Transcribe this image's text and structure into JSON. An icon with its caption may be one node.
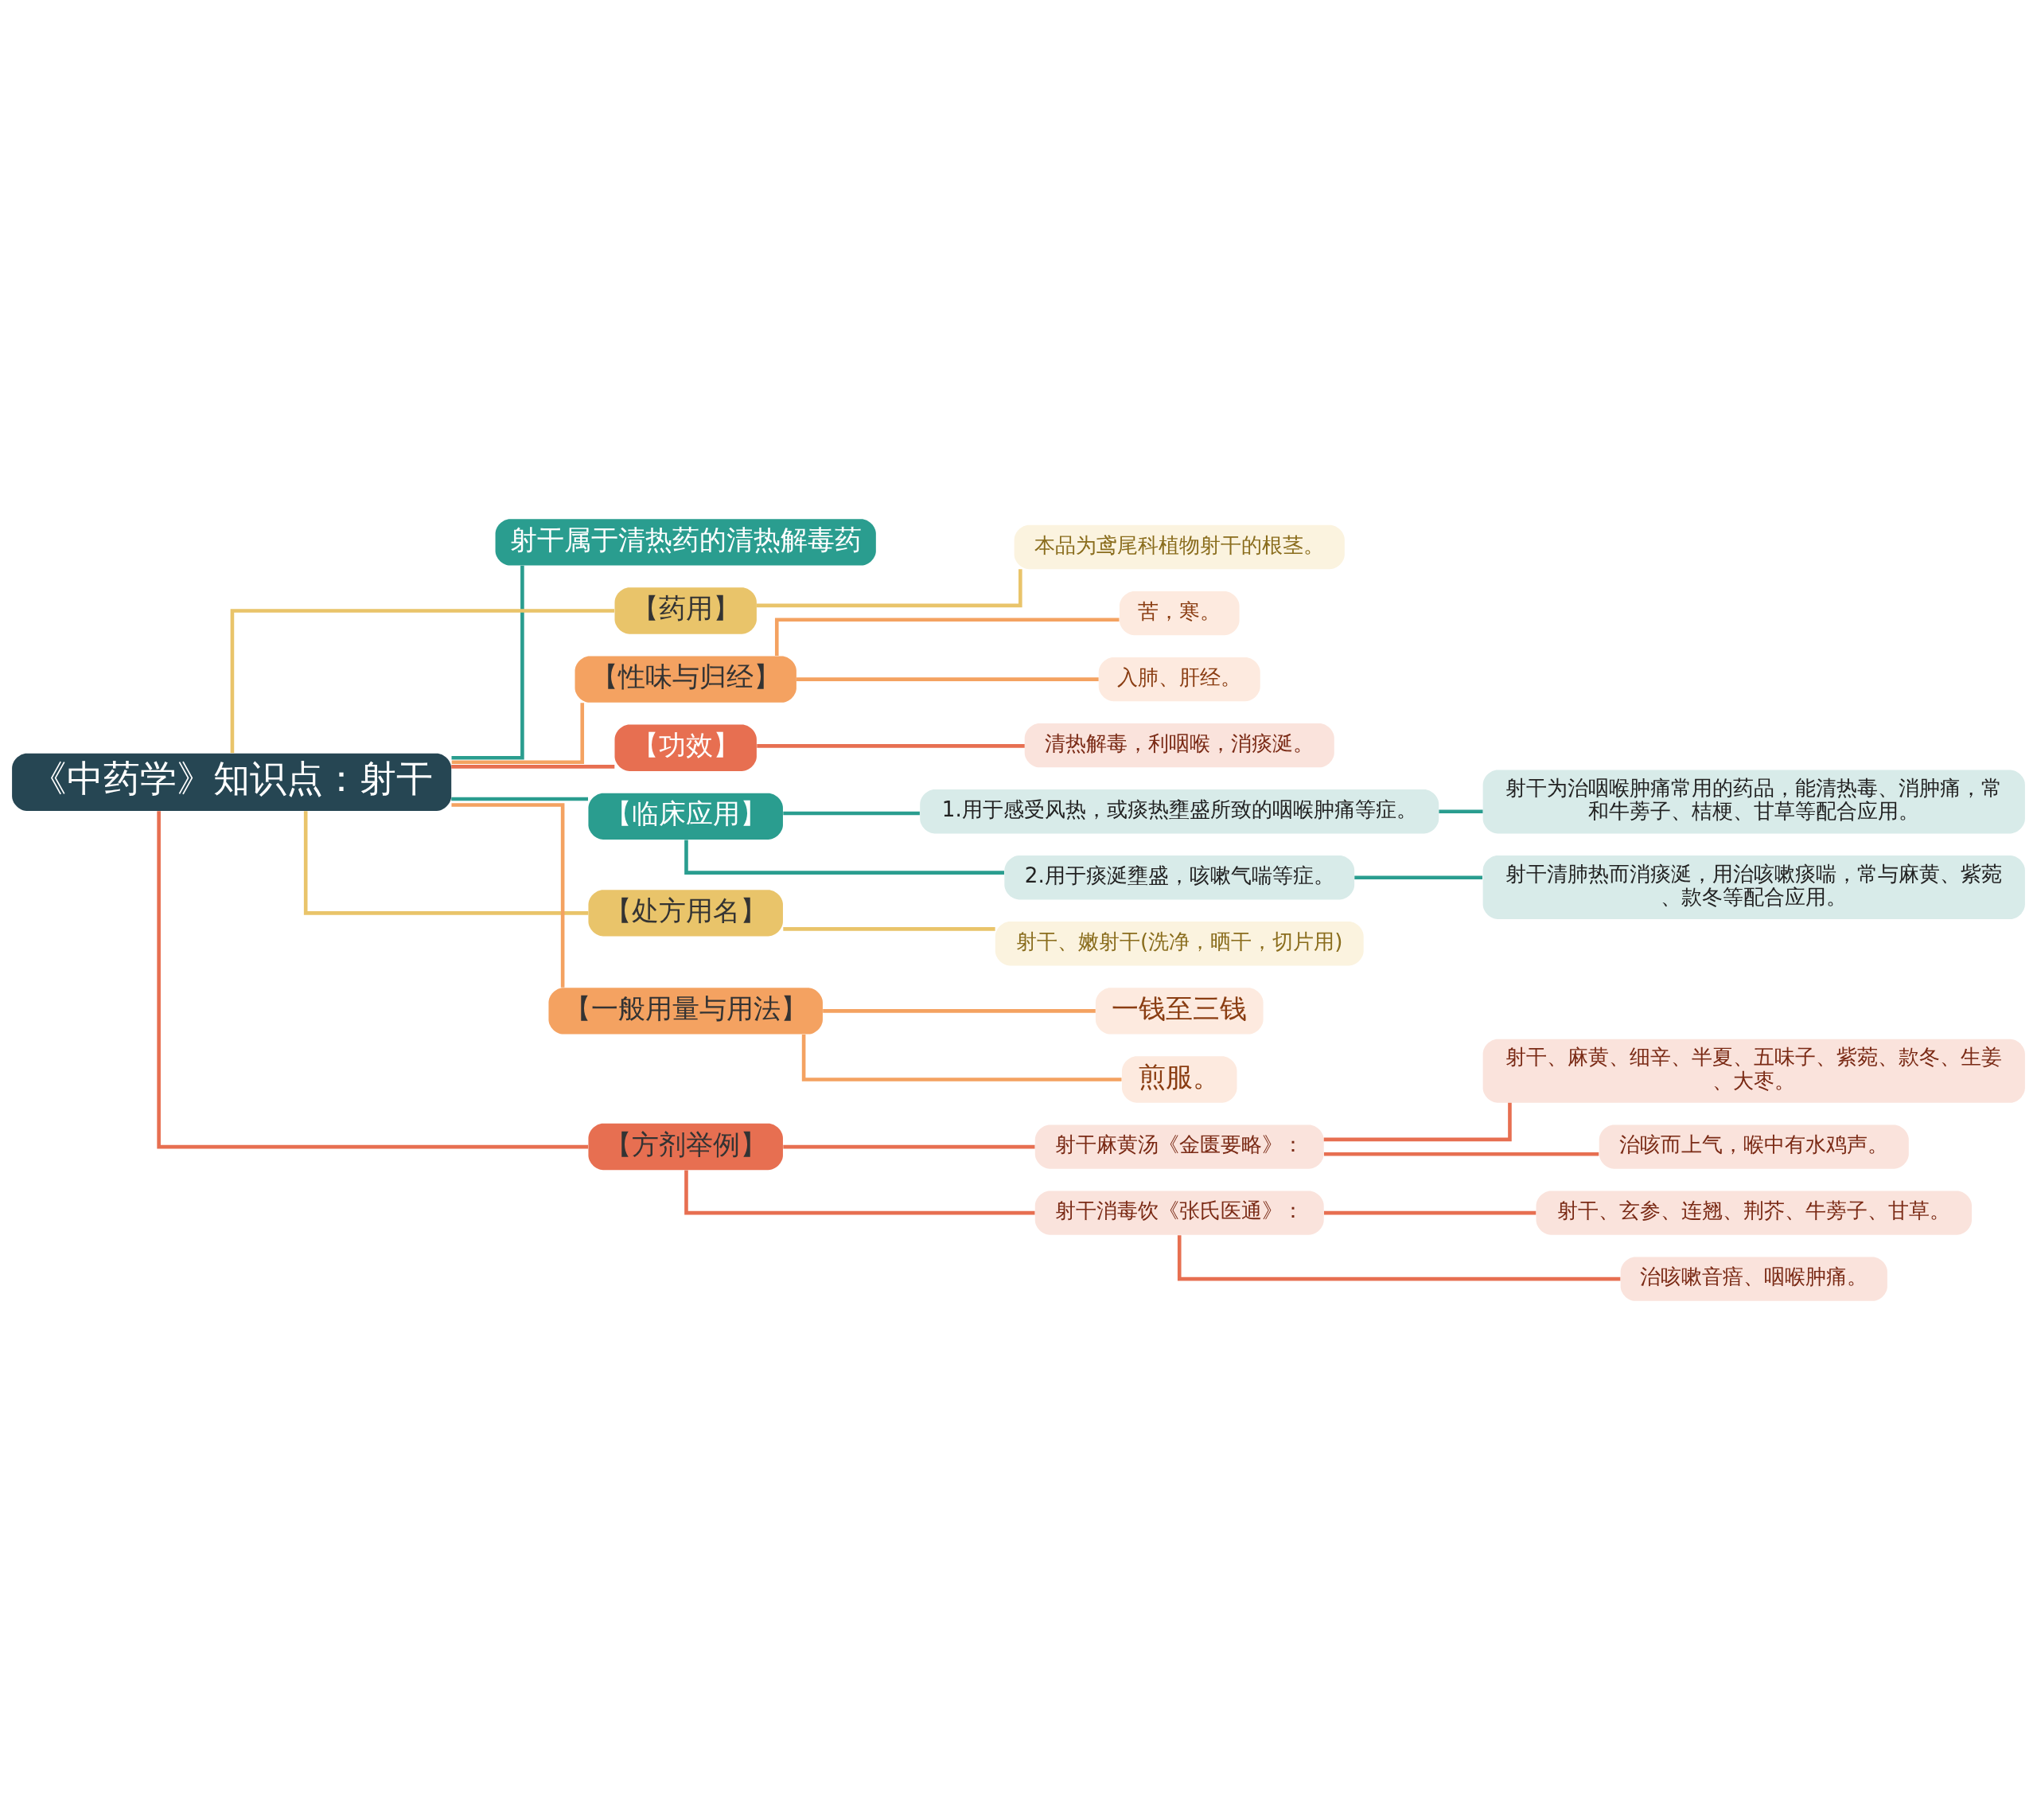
{
  "diagram": {
    "nodes": [
      {
        "text": [
          "《中药学》知识点：射干"
        ]
      },
      {
        "text": [
          "射干属于清热药的清热解毒药"
        ]
      },
      {
        "text": [
          "【药用】"
        ]
      },
      {
        "text": [
          "本品为鸢尾科植物射干的根茎。"
        ]
      },
      {
        "text": [
          "【性味与归经】"
        ]
      },
      {
        "text": [
          "苦，寒。"
        ]
      },
      {
        "text": [
          "入肺、肝经。"
        ]
      },
      {
        "text": [
          "【功效】"
        ]
      },
      {
        "text": [
          "清热解毒，利咽喉，消痰涎。"
        ]
      },
      {
        "text": [
          "【临床应用】"
        ]
      },
      {
        "text": [
          "1.用于感受风热，或痰热壅盛所致的咽喉肿痛等症。"
        ]
      },
      {
        "text": [
          "射干为治咽喉肿痛常用的药品，能清热毒、消肿痛，常和牛蒡子、桔梗、甘草等配合应用。"
        ]
      },
      {
        "text": [
          "2.用于痰涎壅盛，咳嗽气喘等症。"
        ]
      },
      {
        "text": [
          "射干清肺热而消痰涎，用治咳嗽痰喘，常与麻黄、紫菀、款冬等配合应用。"
        ]
      },
      {
        "text": [
          "【处方用名】"
        ]
      },
      {
        "text": [
          "射干、嫩射干(洗净，晒干，切片用)"
        ]
      },
      {
        "text": [
          "【一般用量与用法】"
        ]
      },
      {
        "text": [
          "一钱至三钱"
        ]
      },
      {
        "text": [
          "煎服。"
        ]
      },
      {
        "text": [
          "【方剂举例】"
        ]
      },
      {
        "text": [
          "射干麻黄汤《金匮要略》："
        ]
      },
      {
        "text": [
          "射干、麻黄、细辛、半夏、五味子、紫菀、款冬、生姜、大枣。"
        ]
      },
      {
        "text": [
          "治咳而上气，喉中有水鸡声。"
        ]
      },
      {
        "text": [
          "射干消毒饮《张氏医通》："
        ]
      },
      {
        "text": [
          "射干、玄参、连翘、荆芥、牛蒡子、甘草。"
        ]
      },
      {
        "text": [
          "治咳嗽音瘖、咽喉肿痛。"
        ]
      }
    ],
    "edges": [
      {
        "from": 0,
        "to": 1,
        "arrow": "none",
        "color": "#2a9d8f"
      },
      {
        "from": 0,
        "to": 2,
        "arrow": "none",
        "color": "#e9c46a"
      },
      {
        "from": 2,
        "to": 3,
        "arrow": "none",
        "color": "#e9c46a"
      },
      {
        "from": 0,
        "to": 4,
        "arrow": "none",
        "color": "#f4a261"
      },
      {
        "from": 4,
        "to": 5,
        "arrow": "none",
        "color": "#f4a261"
      },
      {
        "from": 4,
        "to": 6,
        "arrow": "none",
        "color": "#f4a261"
      },
      {
        "from": 0,
        "to": 7,
        "arrow": "none"
      },
      {
        "from": 7,
        "to": 8,
        "arrow": "none"
      },
      {
        "from": 0,
        "to": 9,
        "arrow": "none",
        "color": "#2a9d8f"
      },
      {
        "from": 9,
        "to": 10,
        "arrow": "none",
        "color": "#2a9d8f"
      },
      {
        "from": 10,
        "to": 11,
        "arrow": "none",
        "color": "#2a9d8f"
      },
      {
        "from": 9,
        "to": 12,
        "arrow": "none",
        "color": "#2a9d8f"
      },
      {
        "from": 12,
        "to": 13,
        "arrow": "none",
        "color": "#2a9d8f"
      },
      {
        "from": 0,
        "to": 14,
        "arrow": "none",
        "color": "#e9c46a"
      },
      {
        "from": 14,
        "to": 15,
        "arrow": "none",
        "color": "#e9c46a"
      },
      {
        "from": 0,
        "to": 16,
        "arrow": "none",
        "color": "#f4a261"
      },
      {
        "from": 16,
        "to": 17,
        "arrow": "none",
        "color": "#f4a261"
      },
      {
        "from": 16,
        "to": 18,
        "arrow": "none",
        "color": "#f4a261"
      },
      {
        "from": 0,
        "to": 19,
        "arrow": "none"
      },
      {
        "from": 19,
        "to": 20,
        "arrow": "none"
      },
      {
        "from": 20,
        "to": 21,
        "arrow": "none"
      },
      {
        "from": 20,
        "to": 22,
        "arrow": "none"
      },
      {
        "from": 19,
        "to": 23,
        "arrow": "none"
      },
      {
        "from": 23,
        "to": 24,
        "arrow": "none"
      },
      {
        "from": 23,
        "to": 25,
        "arrow": "none"
      }
    ]
  }
}
